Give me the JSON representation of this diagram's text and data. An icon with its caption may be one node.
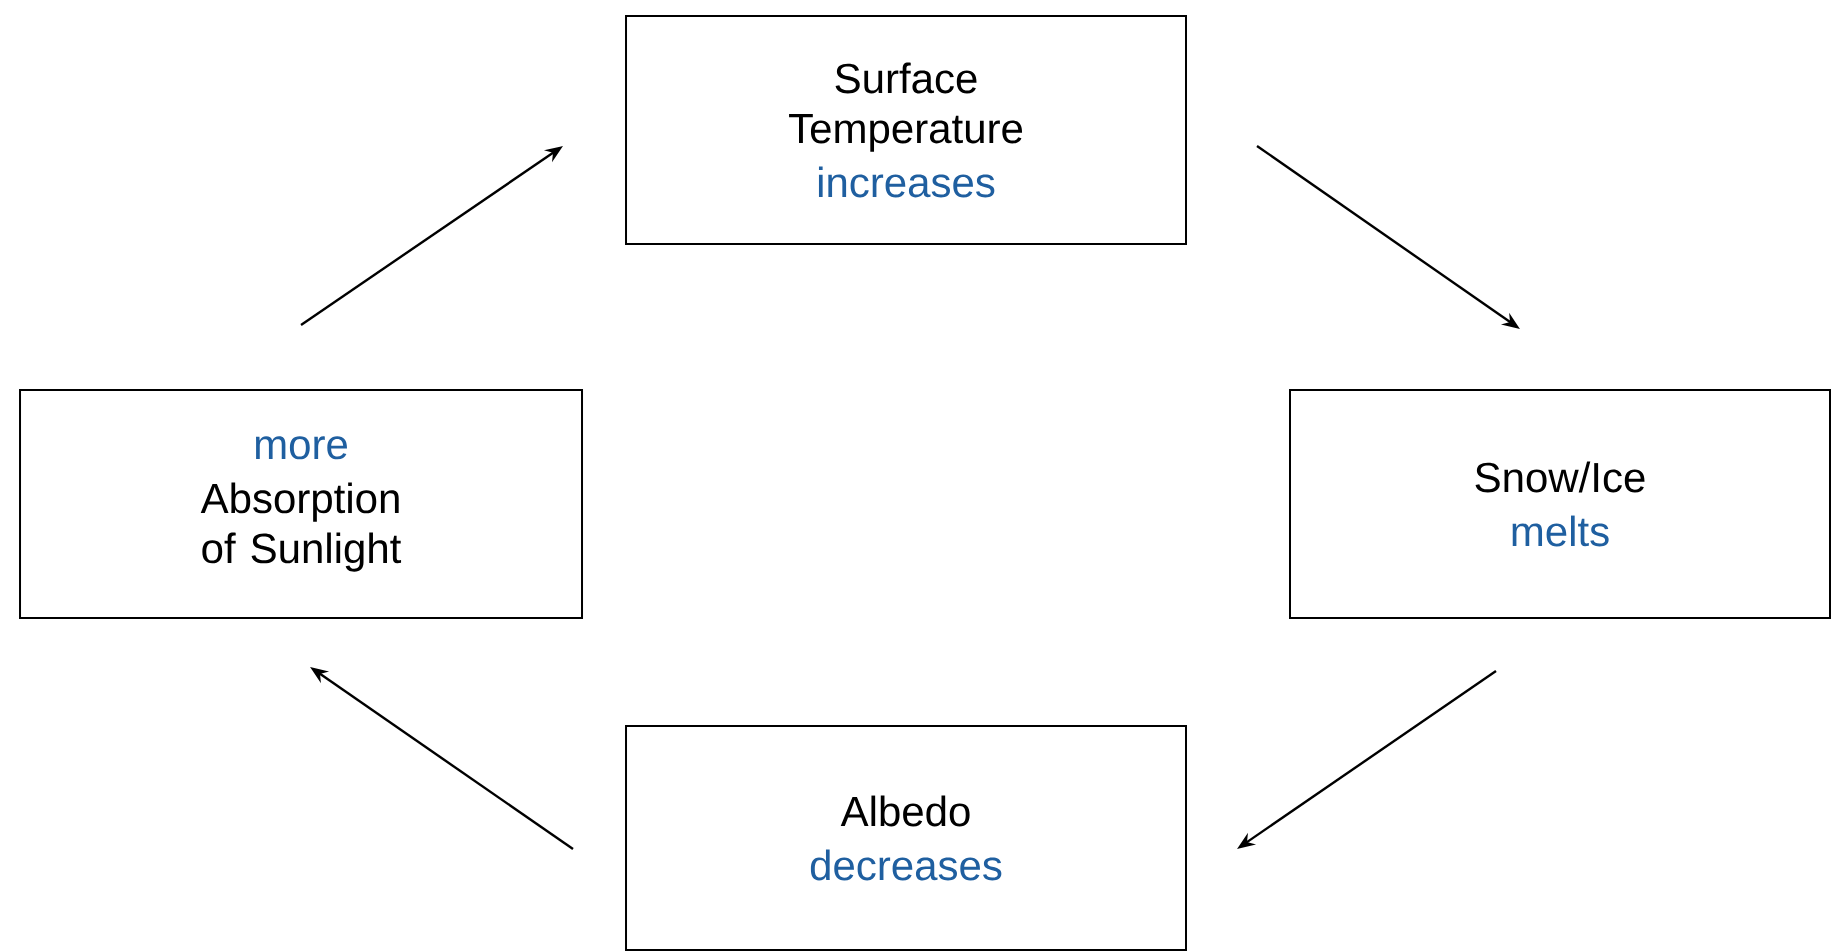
{
  "diagram": {
    "nodes": [
      {
        "text": [
          "Surface Temperature",
          "increases"
        ]
      },
      {
        "text": [
          "Snow/Ice",
          "melts"
        ]
      },
      {
        "text": [
          "Albedo",
          "decreases"
        ]
      },
      {
        "text": [
          "more",
          "Absorption of Sunlight"
        ]
      }
    ],
    "edges": [
      {
        "from": 3,
        "to": 0,
        "arrow": "to"
      },
      {
        "from": 0,
        "to": 1,
        "arrow": "to"
      },
      {
        "from": 1,
        "to": 2,
        "arrow": "to"
      },
      {
        "from": 2,
        "to": 3,
        "arrow": "to"
      }
    ]
  }
}
